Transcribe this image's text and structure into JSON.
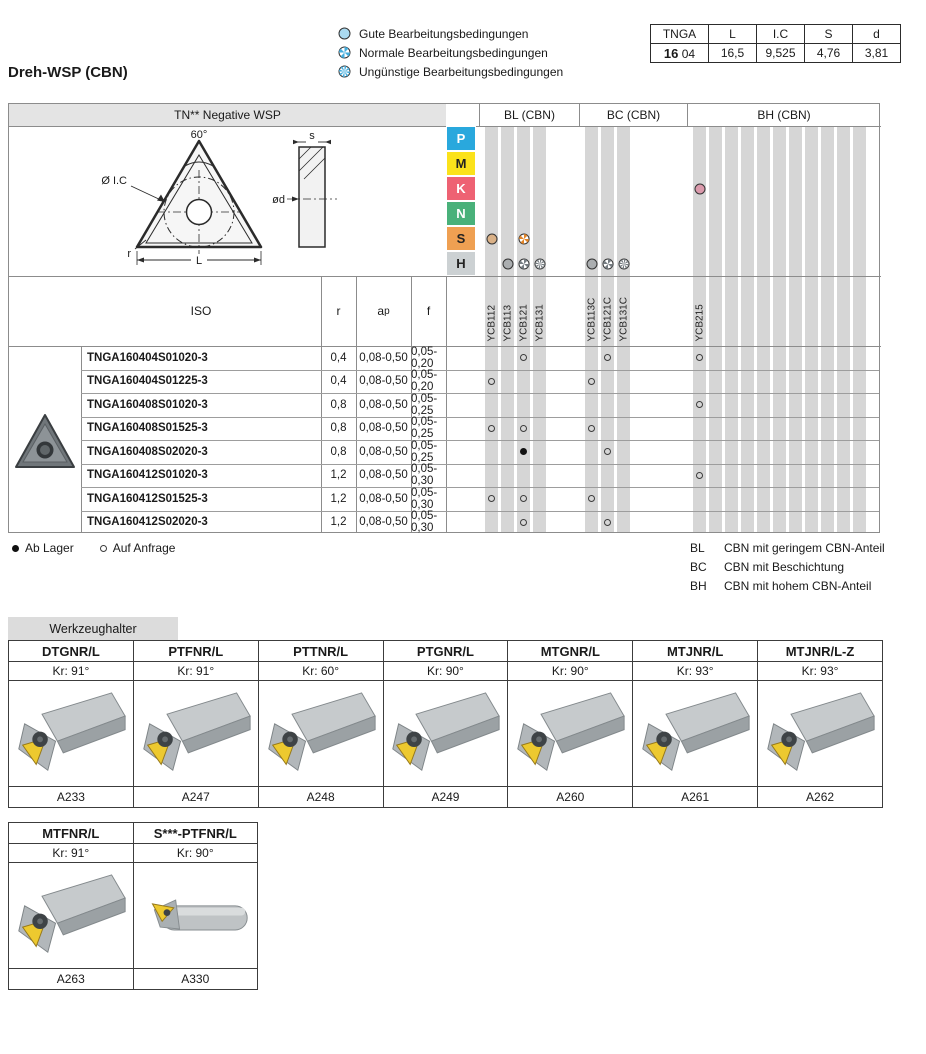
{
  "page": {
    "title": "Dreh-WSP (CBN)"
  },
  "legend": [
    {
      "type": "good",
      "label": "Gute Bearbeitungsbedingungen"
    },
    {
      "type": "normal",
      "label": "Normale Bearbeitungsbedingungen"
    },
    {
      "type": "bad",
      "label": "Ungünstige Bearbeitungsbedingungen"
    }
  ],
  "legend_color": "#45aede",
  "dims_table": {
    "col_headers": [
      "TNGA",
      "L",
      "I.C",
      "S",
      "d"
    ],
    "size_bold": "16",
    "size_rest": "04",
    "values": [
      "16,5",
      "9,525",
      "4,76",
      "3,81"
    ]
  },
  "drawing_labels": {
    "angle": "60°",
    "ic": "Ø I.C",
    "d": "ød",
    "s": "s",
    "L": "L",
    "r": "r"
  },
  "insert_table": {
    "header_left": "TN** Negative WSP",
    "groups": [
      {
        "id": "BL",
        "label": "BL (CBN)"
      },
      {
        "id": "BC",
        "label": "BC (CBN)"
      },
      {
        "id": "BH",
        "label": "BH (CBN)"
      }
    ],
    "grade_columns": [
      {
        "group": "BL",
        "name": "YCB112"
      },
      {
        "group": "BL",
        "name": "YCB113"
      },
      {
        "group": "BL",
        "name": "YCB121"
      },
      {
        "group": "BL",
        "name": "YCB131"
      },
      {
        "group": "BC",
        "name": "YCB113C"
      },
      {
        "group": "BC",
        "name": "YCB121C"
      },
      {
        "group": "BC",
        "name": "YCB131C"
      },
      {
        "group": "BH",
        "name": "YCB215"
      },
      {
        "group": "BH",
        "name": ""
      },
      {
        "group": "BH",
        "name": ""
      },
      {
        "group": "BH",
        "name": ""
      },
      {
        "group": "BH",
        "name": ""
      },
      {
        "group": "BH",
        "name": ""
      },
      {
        "group": "BH",
        "name": ""
      },
      {
        "group": "BH",
        "name": ""
      },
      {
        "group": "BH",
        "name": ""
      },
      {
        "group": "BH",
        "name": ""
      },
      {
        "group": "BH",
        "name": ""
      }
    ],
    "app_rows": [
      {
        "letter": "P",
        "color": "#29a8dd",
        "text_color": "#ffffff",
        "mark_color": "#2a8fc0",
        "marks": []
      },
      {
        "letter": "M",
        "color": "#fbe21b",
        "text_color": "#222222",
        "mark_color": "#c7b30e",
        "marks": []
      },
      {
        "letter": "K",
        "color": "#ee6273",
        "text_color": "#ffffff",
        "mark_color": "#e2517a",
        "marks": [
          {
            "col": "YCB215",
            "type": "good"
          }
        ]
      },
      {
        "letter": "N",
        "color": "#49b17a",
        "text_color": "#ffffff",
        "mark_color": "#2f9a63",
        "marks": []
      },
      {
        "letter": "S",
        "color": "#efa052",
        "text_color": "#222222",
        "mark_color": "#e08428",
        "marks": [
          {
            "col": "YCB112",
            "type": "good"
          },
          {
            "col": "YCB121",
            "type": "normal"
          }
        ]
      },
      {
        "letter": "H",
        "color": "#ccd1d3",
        "text_color": "#222222",
        "mark_color": "#777e83",
        "marks": [
          {
            "col": "YCB113",
            "type": "good"
          },
          {
            "col": "YCB121",
            "type": "normal"
          },
          {
            "col": "YCB131",
            "type": "bad"
          },
          {
            "col": "YCB113C",
            "type": "good"
          },
          {
            "col": "YCB121C",
            "type": "normal"
          },
          {
            "col": "YCB131C",
            "type": "bad"
          }
        ]
      }
    ],
    "iso_header": {
      "iso": "ISO",
      "r": "r",
      "a": "a",
      "a_sub": "p",
      "f": "f"
    },
    "iso_rows": [
      {
        "name": "TNGA160404S01020-3",
        "r": "0,4",
        "ap": "0,08-0,50",
        "f": "0,05-0,20",
        "marks": [
          {
            "col": "YCB121",
            "type": "request"
          },
          {
            "col": "YCB121C",
            "type": "request"
          },
          {
            "col": "YCB215",
            "type": "request"
          }
        ]
      },
      {
        "name": "TNGA160404S01225-3",
        "r": "0,4",
        "ap": "0,08-0,50",
        "f": "0,05-0,20",
        "marks": [
          {
            "col": "YCB112",
            "type": "request"
          },
          {
            "col": "YCB113C",
            "type": "request"
          }
        ]
      },
      {
        "name": "TNGA160408S01020-3",
        "r": "0,8",
        "ap": "0,08-0,50",
        "f": "0,05-0,25",
        "marks": [
          {
            "col": "YCB215",
            "type": "request"
          }
        ]
      },
      {
        "name": "TNGA160408S01525-3",
        "r": "0,8",
        "ap": "0,08-0,50",
        "f": "0,05-0,25",
        "marks": [
          {
            "col": "YCB112",
            "type": "request"
          },
          {
            "col": "YCB121",
            "type": "request"
          },
          {
            "col": "YCB113C",
            "type": "request"
          }
        ]
      },
      {
        "name": "TNGA160408S02020-3",
        "r": "0,8",
        "ap": "0,08-0,50",
        "f": "0,05-0,25",
        "marks": [
          {
            "col": "YCB121",
            "type": "stock"
          },
          {
            "col": "YCB121C",
            "type": "request"
          }
        ]
      },
      {
        "name": "TNGA160412S01020-3",
        "r": "1,2",
        "ap": "0,08-0,50",
        "f": "0,05-0,30",
        "marks": [
          {
            "col": "YCB215",
            "type": "request"
          }
        ]
      },
      {
        "name": "TNGA160412S01525-3",
        "r": "1,2",
        "ap": "0,08-0,50",
        "f": "0,05-0,30",
        "marks": [
          {
            "col": "YCB112",
            "type": "request"
          },
          {
            "col": "YCB121",
            "type": "request"
          },
          {
            "col": "YCB113C",
            "type": "request"
          }
        ]
      },
      {
        "name": "TNGA160412S02020-3",
        "r": "1,2",
        "ap": "0,08-0,50",
        "f": "0,05-0,30",
        "marks": [
          {
            "col": "YCB121",
            "type": "request"
          },
          {
            "col": "YCB121C",
            "type": "request"
          }
        ]
      }
    ]
  },
  "availability_legend": [
    {
      "type": "stock",
      "label": "Ab Lager"
    },
    {
      "type": "request",
      "label": "Auf Anfrage"
    }
  ],
  "cbn_legend": [
    {
      "code": "BL",
      "label": "CBN mit geringem CBN-Anteil"
    },
    {
      "code": "BC",
      "label": "CBN mit Beschichtung"
    },
    {
      "code": "BH",
      "label": "CBN mit hohem CBN-Anteil"
    }
  ],
  "holders": {
    "tab_label": "Werkzeughalter",
    "main": [
      {
        "name": "DTGNR/L",
        "kr": "Kr: 91°",
        "code": "A233",
        "style": "external"
      },
      {
        "name": "PTFNR/L",
        "kr": "Kr: 91°",
        "code": "A247",
        "style": "external"
      },
      {
        "name": "PTTNR/L",
        "kr": "Kr: 60°",
        "code": "A248",
        "style": "external"
      },
      {
        "name": "PTGNR/L",
        "kr": "Kr: 90°",
        "code": "A249",
        "style": "external"
      },
      {
        "name": "MTGNR/L",
        "kr": "Kr: 90°",
        "code": "A260",
        "style": "external"
      },
      {
        "name": "MTJNR/L",
        "kr": "Kr: 93°",
        "code": "A261",
        "style": "external"
      },
      {
        "name": "MTJNR/L-Z",
        "kr": "Kr: 93°",
        "code": "A262",
        "style": "external"
      }
    ],
    "extra": [
      {
        "name": "MTFNR/L",
        "kr": "Kr: 91°",
        "code": "A263",
        "style": "external"
      },
      {
        "name": "S***-PTFNR/L",
        "kr": "Kr: 90°",
        "code": "A330",
        "style": "boring"
      }
    ]
  }
}
